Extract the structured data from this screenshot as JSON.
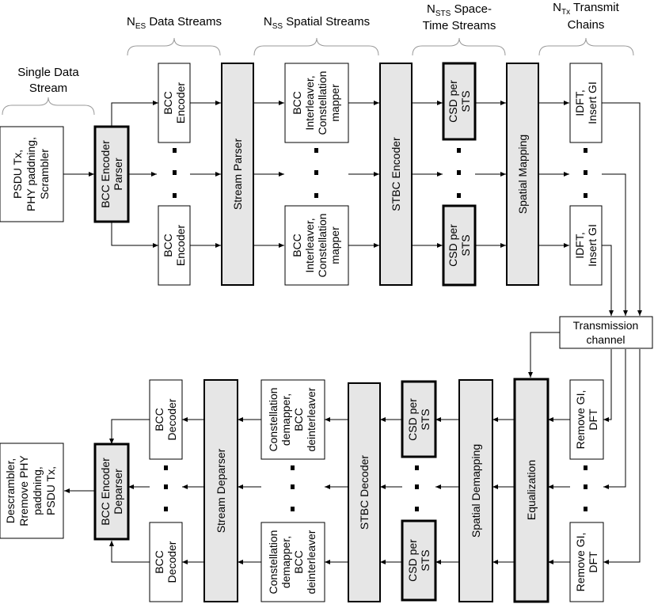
{
  "headers": {
    "single": [
      "Single Data",
      "Stream"
    ],
    "nes": {
      "base": "N",
      "sub": "ES",
      "rest": " Data Streams"
    },
    "nss": {
      "base": "N",
      "sub": "SS",
      "rest": " Spatial Streams"
    },
    "nsts": {
      "l1_base": "N",
      "l1_sub": "STS",
      "l1_rest": " Space-",
      "l2": "Time Streams"
    },
    "ntx": {
      "l1_base": "N",
      "l1_sub": "Tx",
      "l1_rest": " Transmit",
      "l2": "Chains"
    }
  },
  "tx": {
    "psdu": [
      "PSDU Tx,",
      "PHY paddning,",
      "Scrambler"
    ],
    "bcc_parser": [
      "BCC Encoder",
      "Parser"
    ],
    "bcc_encoder": [
      "BCC",
      "Encoder"
    ],
    "stream_parser": "Stream Parser",
    "interleaver": [
      "BCC",
      "Interleaver,",
      "Constellation",
      "mapper"
    ],
    "stbc_encoder": "STBC Encoder",
    "csd": [
      "CSD per",
      "STS"
    ],
    "spatial_mapping": "Spatial Mapping",
    "idft": [
      "IDFT,",
      "Insert GI"
    ]
  },
  "channel": [
    "Transmission",
    "channel"
  ],
  "rx": {
    "remove_gi": [
      "Remove GI,",
      "DFT"
    ],
    "equalization": "Equalization",
    "spatial_demapping": "Spatial Demapping",
    "csd": [
      "CSD per",
      "STS"
    ],
    "stbc_decoder": "STBC Decoder",
    "deinterleaver": [
      "Constellation",
      "demapper,",
      "BCC",
      "deinterleaver"
    ],
    "stream_deparser": "Stream Deparser",
    "bcc_decoder": [
      "BCC",
      "Decoder"
    ],
    "bcc_deparser": [
      "BCC Encoder",
      "Deparser"
    ],
    "output": [
      "Descrambler,",
      "Rremove PHY",
      "paddning,",
      "PSDU Tx,"
    ]
  }
}
